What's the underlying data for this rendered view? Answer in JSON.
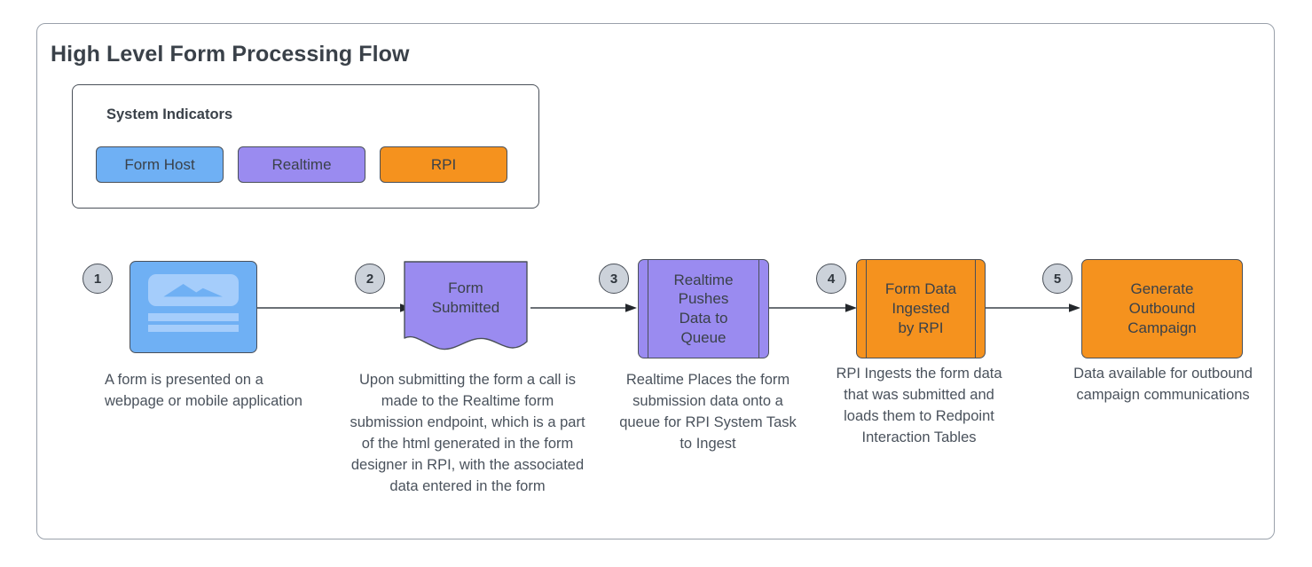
{
  "diagram": {
    "title": "High Level Form Processing Flow",
    "frame_border_color": "#9aa1ab",
    "text_color": "#3a4149"
  },
  "legend": {
    "title": "System Indicators",
    "items": [
      {
        "label": "Form Host",
        "color": "#6fb0f4"
      },
      {
        "label": "Realtime",
        "color": "#9a8bf0"
      },
      {
        "label": "RPI",
        "color": "#f5921e"
      }
    ]
  },
  "flow": {
    "steps": [
      {
        "number": "1",
        "shape": "rounded-rect-image",
        "label": "",
        "icon": "form-mock-icon",
        "color": "#6fb0f4",
        "system": "Form Host",
        "caption": "A form is presented on a webpage or mobile application",
        "caption_align": "left"
      },
      {
        "number": "2",
        "shape": "document",
        "label": "Form\nSubmitted",
        "icon": "",
        "color": "#9a8bf0",
        "system": "Realtime",
        "caption": "Upon submitting the form a call is made to the Realtime form submission endpoint, which is a part of the html generated in the form designer in RPI, with the associated data entered in the form",
        "caption_align": "center"
      },
      {
        "number": "3",
        "shape": "predefined-process",
        "label": "Realtime\nPushes\nData to\nQueue",
        "icon": "",
        "color": "#9a8bf0",
        "system": "Realtime",
        "caption": "Realtime Places the form submission data onto a queue for RPI System Task to Ingest",
        "caption_align": "center"
      },
      {
        "number": "4",
        "shape": "predefined-process",
        "label": "Form Data\nIngested\nby RPI",
        "icon": "",
        "color": "#f5921e",
        "system": "RPI",
        "caption": "RPI Ingests the form data that was submitted and loads them to Redpoint Interaction Tables",
        "caption_align": "center"
      },
      {
        "number": "5",
        "shape": "rounded-rect",
        "label": "Generate\nOutbound\nCampaign",
        "icon": "",
        "color": "#f5921e",
        "system": "RPI",
        "caption": "Data available for outbound campaign communications",
        "caption_align": "center"
      }
    ],
    "connector_count": 4
  }
}
